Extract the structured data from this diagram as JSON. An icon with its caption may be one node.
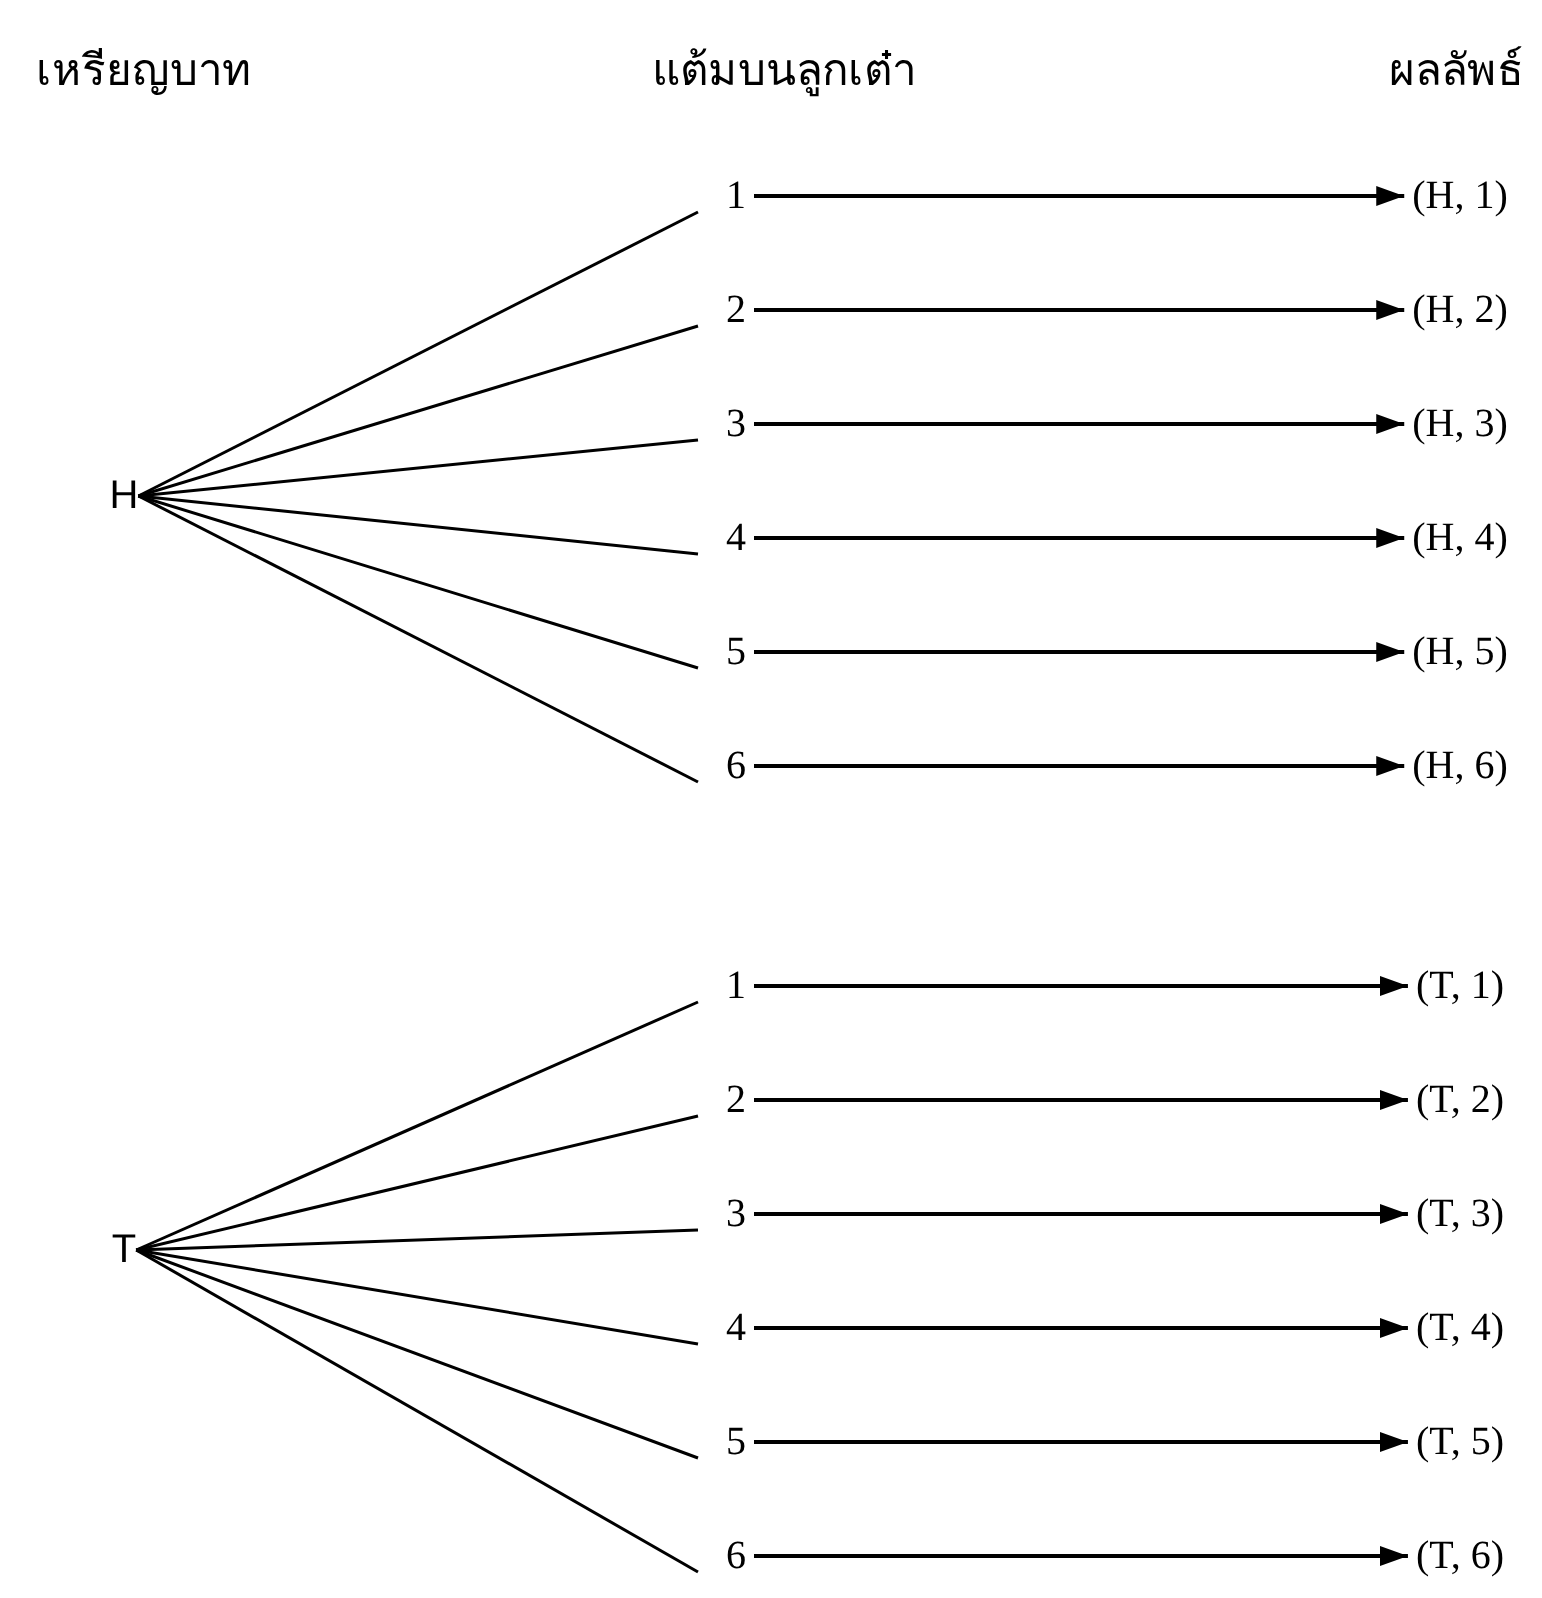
{
  "diagram": {
    "nodes": [
      {
        "text": [
          "H"
        ]
      },
      {
        "text": [
          "1"
        ]
      },
      {
        "text": [
          "2"
        ]
      },
      {
        "text": [
          "3"
        ]
      },
      {
        "text": [
          "4"
        ]
      },
      {
        "text": [
          "5"
        ]
      },
      {
        "text": [
          "6"
        ]
      },
      {
        "text": [
          "(H, 1)"
        ]
      },
      {
        "text": [
          "(H, 2)"
        ]
      },
      {
        "text": [
          "(H, 3)"
        ]
      },
      {
        "text": [
          "(H, 4)"
        ]
      },
      {
        "text": [
          "(H, 5)"
        ]
      },
      {
        "text": [
          "(H, 6)"
        ]
      },
      {
        "text": [
          "T"
        ]
      },
      {
        "text": [
          "1"
        ]
      },
      {
        "text": [
          "2"
        ]
      },
      {
        "text": [
          "3"
        ]
      },
      {
        "text": [
          "4"
        ]
      },
      {
        "text": [
          "5"
        ]
      },
      {
        "text": [
          "6"
        ]
      },
      {
        "text": [
          "(T, 1)"
        ]
      },
      {
        "text": [
          "(T, 2)"
        ]
      },
      {
        "text": [
          "(T, 3)"
        ]
      },
      {
        "text": [
          "(T, 4)"
        ]
      },
      {
        "text": [
          "(T, 5)"
        ]
      },
      {
        "text": [
          "(T, 6)"
        ]
      }
    ],
    "edges": [
      {
        "from": 0,
        "to": 1,
        "arrow": "none"
      },
      {
        "from": 0,
        "to": 2,
        "arrow": "none"
      },
      {
        "from": 0,
        "to": 3,
        "arrow": "none"
      },
      {
        "from": 0,
        "to": 4,
        "arrow": "none"
      },
      {
        "from": 0,
        "to": 5,
        "arrow": "none"
      },
      {
        "from": 0,
        "to": 6,
        "arrow": "none"
      },
      {
        "from": 1,
        "to": 7,
        "arrow": "to"
      },
      {
        "from": 2,
        "to": 8,
        "arrow": "to"
      },
      {
        "from": 3,
        "to": 9,
        "arrow": "to"
      },
      {
        "from": 4,
        "to": 10,
        "arrow": "to"
      },
      {
        "from": 5,
        "to": 11,
        "arrow": "to"
      },
      {
        "from": 6,
        "to": 12,
        "arrow": "to"
      },
      {
        "from": 13,
        "to": 14,
        "arrow": "none"
      },
      {
        "from": 13,
        "to": 15,
        "arrow": "none"
      },
      {
        "from": 13,
        "to": 16,
        "arrow": "none"
      },
      {
        "from": 13,
        "to": 17,
        "arrow": "none"
      },
      {
        "from": 13,
        "to": 18,
        "arrow": "none"
      },
      {
        "from": 13,
        "to": 19,
        "arrow": "none"
      },
      {
        "from": 14,
        "to": 20,
        "arrow": "to"
      },
      {
        "from": 15,
        "to": 21,
        "arrow": "to"
      },
      {
        "from": 16,
        "to": 22,
        "arrow": "to"
      },
      {
        "from": 17,
        "to": 23,
        "arrow": "to"
      },
      {
        "from": 18,
        "to": 24,
        "arrow": "to"
      },
      {
        "from": 19,
        "to": 25,
        "arrow": "to"
      }
    ],
    "labels": [
      "เหรียญบาท",
      "แต้มบนลูกเต๋า",
      "ผลลัพธ์"
    ]
  }
}
